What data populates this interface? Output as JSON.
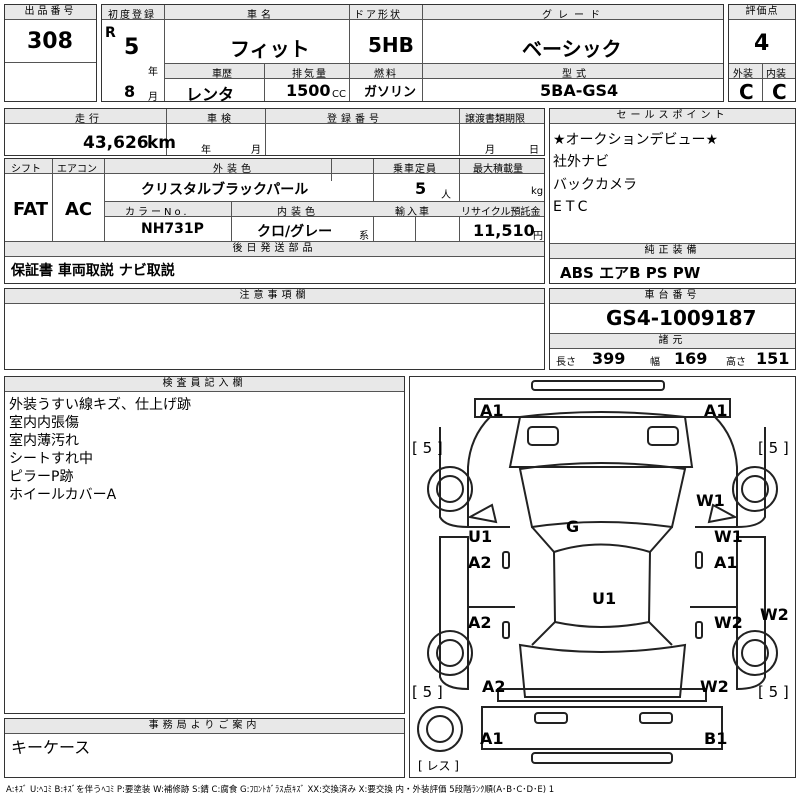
{
  "labels": {
    "lot_no": "出品番号",
    "first_reg": "初度登録",
    "car_name": "車名",
    "door": "ドア形状",
    "grade": "グレード",
    "score": "評価点",
    "exterior": "外装",
    "interior": "内装",
    "history": "車歴",
    "displacement": "排気量",
    "fuel": "燃料",
    "model": "型式",
    "mileage": "走行",
    "inspection": "車検",
    "reg_no": "登録番号",
    "transfer_deadline": "譲渡書類期限",
    "selling_points": "セールスポイント",
    "shift": "シフト",
    "aircon": "エアコン",
    "ext_color": "外装色",
    "capacity": "乗車定員",
    "max_load": "最大積載量",
    "color_no": "カラーNo.",
    "int_color": "内装色",
    "import": "輸入車",
    "recycle": "リサイクル預託金",
    "later_parts": "後日発送部品",
    "factory_equip": "純正装備",
    "notes": "注意事項欄",
    "chassis_no": "車台番号",
    "dims": "諸元",
    "inspector": "検査員記入欄",
    "office": "事務局よりご案内",
    "len": "長さ",
    "width": "幅",
    "height": "高さ",
    "year_unit": "年",
    "month_unit": "月",
    "km_unit": "km",
    "cc_unit": "CC",
    "person_unit": "人",
    "kg_unit": "kg",
    "yen_unit": "円",
    "kei_unit": "系",
    "era": "R"
  },
  "vehicle": {
    "lot_no": "308",
    "reg_year": "5",
    "reg_month": "8",
    "car_name": "フィット",
    "door": "5HB",
    "grade": "ベーシック",
    "score": "4",
    "exterior": "C",
    "interior": "C",
    "history": "レンタ",
    "displacement": "1500",
    "fuel": "ガソリン",
    "model": "5BA-GS4",
    "mileage": "43,626",
    "shift": "FAT",
    "aircon": "AC",
    "ext_color": "クリスタルブラックパール",
    "capacity": "5",
    "color_no": "NH731P",
    "int_color": "クロ/グレー",
    "recycle": "11,510",
    "later_parts": "保証書 車両取説 ナビ取説",
    "factory_equip": "ABS エアB PS PW",
    "chassis_no": "GS4-1009187",
    "len": "399",
    "width": "169",
    "height": "151",
    "inspection_year_unit": "年",
    "inspection_month_unit": "月",
    "deadline_month_unit": "月",
    "deadline_day_unit": "日"
  },
  "selling_points": [
    "★オークションデビュー★",
    "社外ナビ",
    "バックカメラ",
    "ETC"
  ],
  "inspector_notes": [
    "外装うすい線キズ、仕上げ跡",
    "室内内張傷",
    "室内薄汚れ",
    "シートすれ中",
    "ピラーP跡",
    "ホイールカバーA"
  ],
  "office_notes": [
    "キーケース"
  ],
  "diagram_marks": {
    "a1_tl": "A1",
    "a1_tr": "A1",
    "g": "G",
    "u1_left": "U1",
    "a2_left_1": "A2",
    "w1_right": "W1",
    "w1_right_2": "W1",
    "a1_right": "A1",
    "u1_center": "U1",
    "a2_left_2": "A2",
    "w2_right": "W2",
    "w2_edge": "W2",
    "a2_rear": "A2",
    "w2_rear": "W2",
    "a1_bl": "A1",
    "b1_br": "B1",
    "tire_tl": "[ 5 ]",
    "tire_tr": "[ 5 ]",
    "tire_bl": "[ 5 ]",
    "tire_br": "[ 5 ]",
    "spare": "[ レス ]"
  },
  "legend": "A:ｷｽﾞ U:ﾍｺﾐ B:ｷｽﾞを伴うﾍｺﾐ P:要塗装 W:補修跡 S:錆 C:腐食 G:ﾌﾛﾝﾄｶﾞﾗｽ点ｷｽﾞ XX:交換済み X:要交換 内・外装評価 5段階ﾗﾝｸ順(A･B･C･D･E) 1"
}
